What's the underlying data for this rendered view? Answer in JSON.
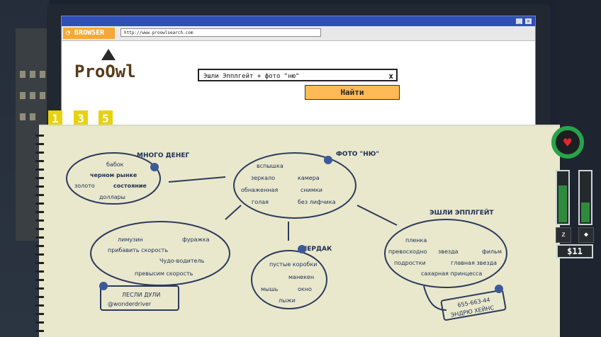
{
  "browser": {
    "brand": "BROWSER",
    "url": "http://www.proowlsearch.com",
    "logo": "ProOwl",
    "search_value": "Эшли Эпплгейт + фото \"ню\"",
    "search_clear": "x",
    "find_label": "Найти"
  },
  "tabs": [
    "1",
    "3",
    "5"
  ],
  "notes": {
    "money": {
      "title": "МНОГО ДЕНЕГ",
      "items": [
        "бабок",
        "черном рынке",
        "золото",
        "состояние",
        "доллары"
      ]
    },
    "photo": {
      "title": "ФОТО \"НЮ\"",
      "items": [
        "вспышка",
        "зеркало",
        "камера",
        "обнаженная",
        "снимки",
        "голая",
        "без лифчика"
      ]
    },
    "attic": {
      "title": "ЧЕРДАК",
      "items": [
        "пустые коробки",
        "манекен",
        "мышь",
        "окно",
        "лыжи"
      ]
    },
    "driver": {
      "items": [
        "лимузин",
        "фуражка",
        "прибавить скорость",
        "Чудо-водитель",
        "превысим скорость"
      ],
      "contact_name": "ЛЕСЛИ ДУЛИ",
      "contact_handle": "@wonderdriver"
    },
    "ashley": {
      "title": "ЭШЛИ ЭППЛГЕЙТ",
      "items": [
        "пленка",
        "превосходно",
        "звезда",
        "фильм",
        "подростки",
        "главная звезда",
        "сахарная принцесса"
      ],
      "phone": "655-663-44",
      "phone_name": "ЭНДРЮ ХЕЙНС"
    }
  },
  "hud": {
    "money": "$11",
    "meter_left_level": 0.75,
    "meter_right_level": 0.4,
    "colors": {
      "health": "#29a34a",
      "heart": "#e0282e",
      "tab": "#e7d20e",
      "ink": "#1f2e54"
    }
  }
}
